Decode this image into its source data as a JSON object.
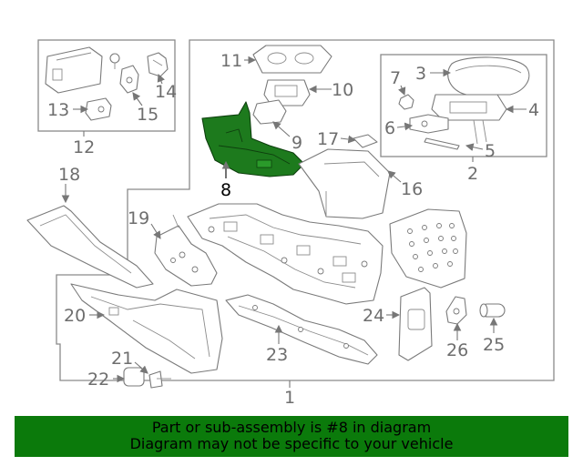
{
  "diagram": {
    "callouts": [
      "1",
      "2",
      "3",
      "4",
      "5",
      "6",
      "7",
      "8",
      "9",
      "10",
      "11",
      "12",
      "13",
      "14",
      "15",
      "16",
      "17",
      "18",
      "19",
      "20",
      "21",
      "22",
      "23",
      "24",
      "25",
      "26"
    ],
    "highlighted_part": "8",
    "highlight_color": "#1d7a1d"
  },
  "banner": {
    "line1": "Part or sub-assembly is #8 in diagram",
    "line2": "Diagram may not be specific to your vehicle",
    "background": "#0b7a0b"
  }
}
